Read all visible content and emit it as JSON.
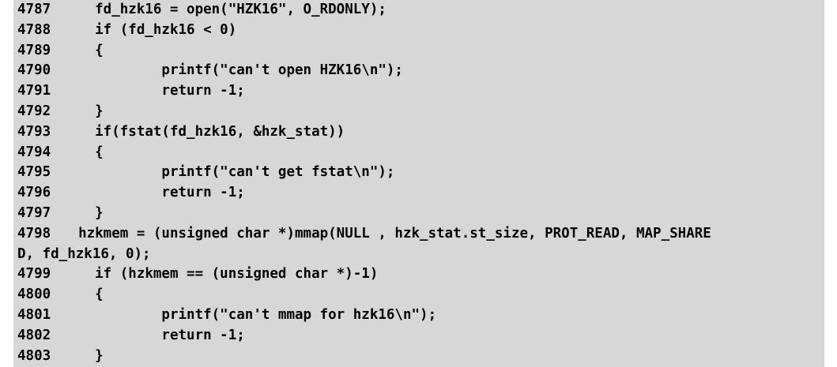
{
  "view": {
    "kind": "source-code-listing",
    "language": "c",
    "background_color": "#d7d7d7",
    "page_background_color": "#ffffff",
    "text_color": "#000000",
    "first_line_number": "4787",
    "last_line_number": "4803"
  },
  "code": {
    "lines": [
      {
        "number": "4787",
        "text": "    fd_hzk16 = open(\"HZK16\", O_RDONLY);",
        "wrapped": false
      },
      {
        "number": "4788",
        "text": "    if (fd_hzk16 < 0)",
        "wrapped": false
      },
      {
        "number": "4789",
        "text": "    {",
        "wrapped": false
      },
      {
        "number": "4790",
        "text": "            printf(\"can't open HZK16\\n\");",
        "wrapped": false
      },
      {
        "number": "4791",
        "text": "            return -1;",
        "wrapped": false
      },
      {
        "number": "4792",
        "text": "    }",
        "wrapped": false
      },
      {
        "number": "4793",
        "text": "    if(fstat(fd_hzk16, &hzk_stat))",
        "wrapped": false
      },
      {
        "number": "4794",
        "text": "    {",
        "wrapped": false
      },
      {
        "number": "4795",
        "text": "            printf(\"can't get fstat\\n\");",
        "wrapped": false
      },
      {
        "number": "4796",
        "text": "            return -1;",
        "wrapped": false
      },
      {
        "number": "4797",
        "text": "    }",
        "wrapped": false
      },
      {
        "number": "4798",
        "text": "  hzkmem = (unsigned char *)mmap(NULL , hzk_stat.st_size, PROT_READ, MAP_SHARE",
        "wrapped": false
      },
      {
        "number": "",
        "text": "D, fd_hzk16, 0);",
        "wrapped": true
      },
      {
        "number": "4799",
        "text": "    if (hzkmem == (unsigned char *)-1)",
        "wrapped": false
      },
      {
        "number": "4800",
        "text": "    {",
        "wrapped": false
      },
      {
        "number": "4801",
        "text": "            printf(\"can't mmap for hzk16\\n\");",
        "wrapped": false
      },
      {
        "number": "4802",
        "text": "            return -1;",
        "wrapped": false
      },
      {
        "number": "4803",
        "text": "    }",
        "wrapped": false
      }
    ]
  }
}
